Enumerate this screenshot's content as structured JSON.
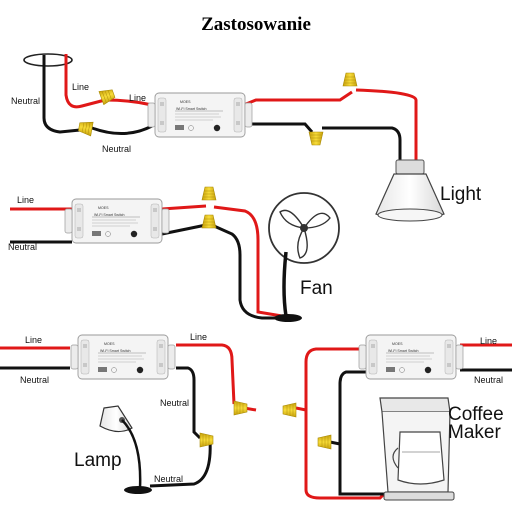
{
  "title": "Zastosowanie",
  "labels": {
    "line": "Line",
    "neutral": "Neutral"
  },
  "module": {
    "brand": "MOES",
    "name": "Wi-Fi Smart Switch"
  },
  "devices": {
    "light": "Light",
    "fan": "Fan",
    "lamp": "Lamp",
    "coffee_1": "Coffee",
    "coffee_2": "Maker"
  },
  "colors": {
    "line_wire": "#e01818",
    "neutral_wire": "#111111",
    "connector": "#f2cf1a",
    "module_body": "#f4f4f4"
  }
}
